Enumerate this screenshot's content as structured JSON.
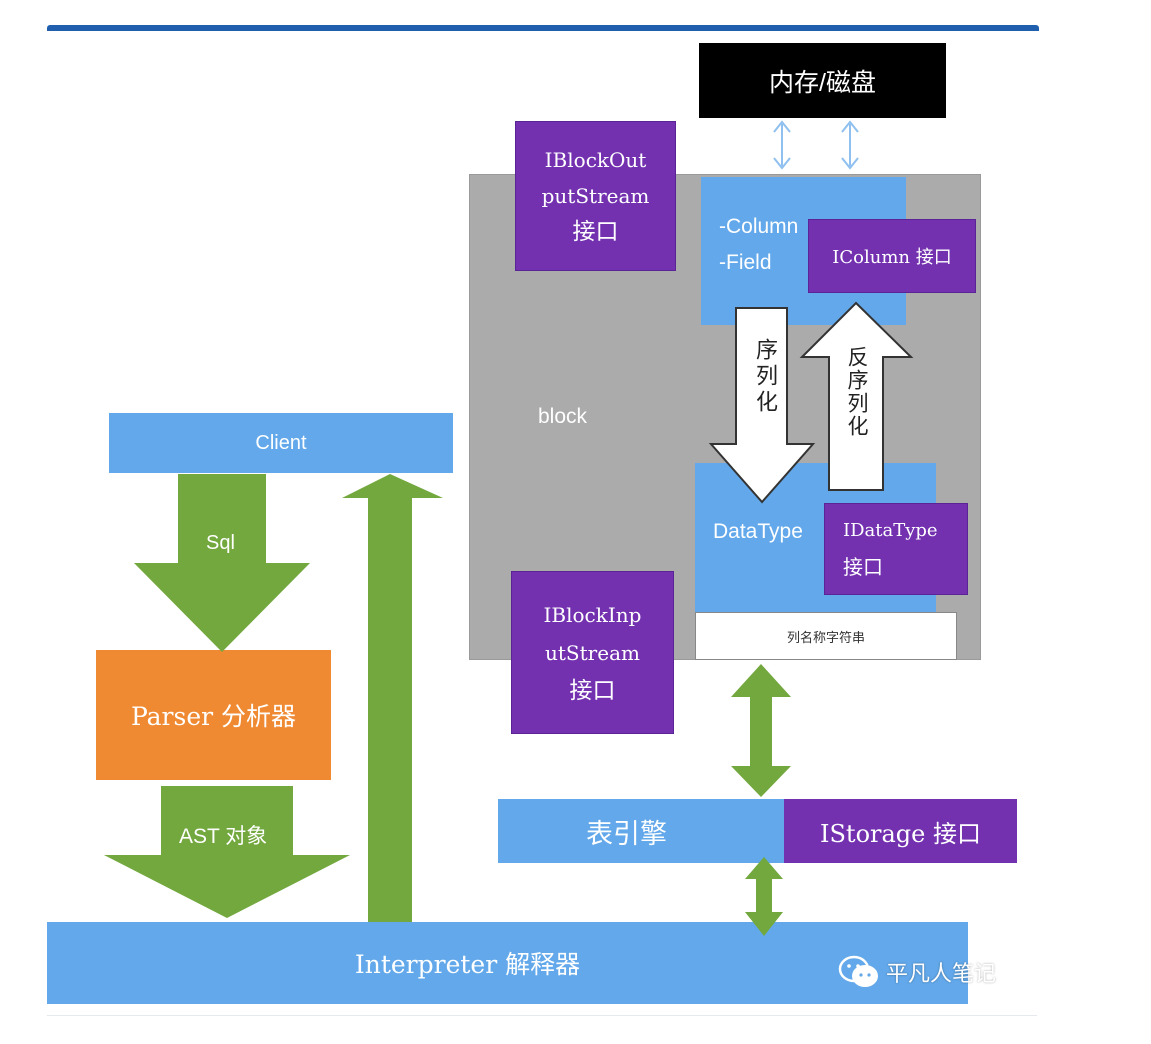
{
  "diagram": {
    "memory_disk": "内存/磁盘",
    "block_output_stream": {
      "line1": "IBlockOut",
      "line2": "putStream",
      "line3": "接口"
    },
    "block_label": "block",
    "column_field": {
      "line1": "-Column",
      "line2": "-Field"
    },
    "icolumn": "IColumn 接口",
    "serialize": "序列化",
    "deserialize": "反序列化",
    "datatype": "DataType",
    "idatatype": {
      "line1": "IDataType",
      "line2": "接口"
    },
    "column_name_string": "列名称字符串",
    "block_input_stream": {
      "line1": "IBlockInp",
      "line2": "utStream",
      "line3": "接口"
    },
    "client": "Client",
    "sql": "Sql",
    "parser": "Parser 分析器",
    "ast": "AST 对象",
    "table_engine": "表引擎",
    "istorage": "IStorage 接口",
    "interpreter": "Interpreter 解释器"
  },
  "watermark": {
    "text": "平凡人笔记",
    "icon": "wechat-icon"
  },
  "colors": {
    "blue": "#62a8ea",
    "purple": "#7331b0",
    "green": "#72a83d",
    "orange": "#f08a32",
    "gray": "#ababab",
    "frame": "#1f5fae"
  }
}
